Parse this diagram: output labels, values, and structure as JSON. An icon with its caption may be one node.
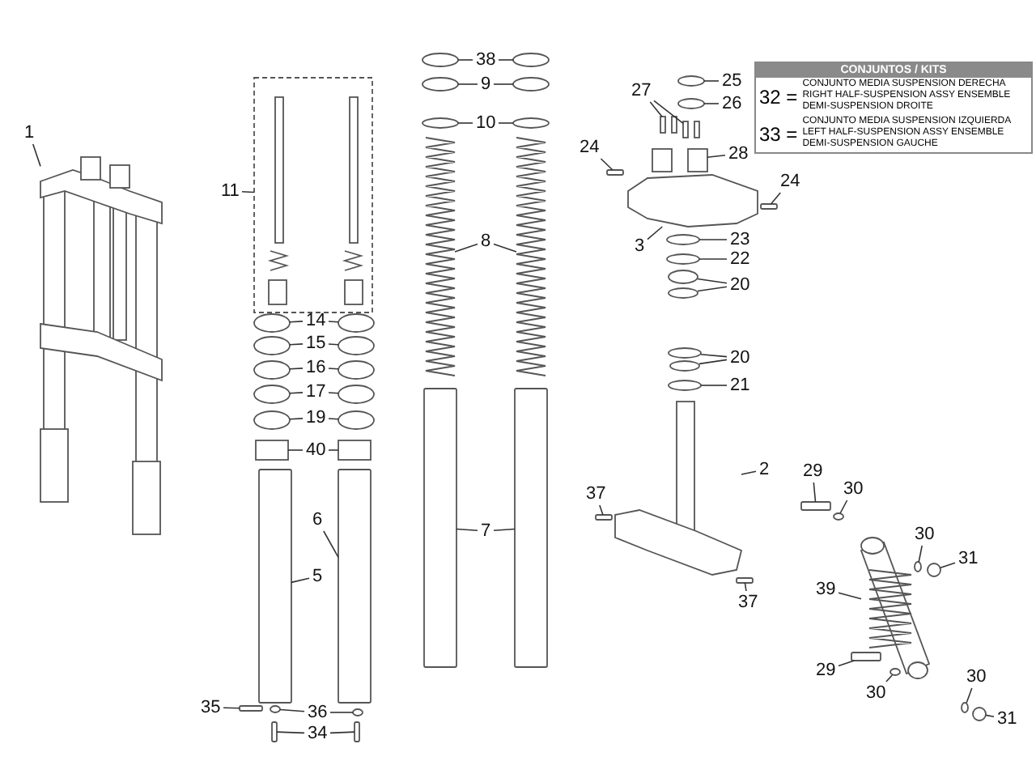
{
  "diagram": {
    "nodes": [
      {
        "text": [
          "1"
        ]
      },
      {
        "text": [
          "11"
        ]
      },
      {
        "text": [
          "14"
        ]
      },
      {
        "text": [
          "15"
        ]
      },
      {
        "text": [
          "16"
        ]
      },
      {
        "text": [
          "17"
        ]
      },
      {
        "text": [
          "19"
        ]
      },
      {
        "text": [
          "40"
        ]
      },
      {
        "text": [
          "6"
        ]
      },
      {
        "text": [
          "5"
        ]
      },
      {
        "text": [
          "35"
        ]
      },
      {
        "text": [
          "36"
        ]
      },
      {
        "text": [
          "34"
        ]
      },
      {
        "text": [
          "38"
        ]
      },
      {
        "text": [
          "9"
        ]
      },
      {
        "text": [
          "10"
        ]
      },
      {
        "text": [
          "8"
        ]
      },
      {
        "text": [
          "7"
        ]
      },
      {
        "text": [
          "25"
        ]
      },
      {
        "text": [
          "26"
        ]
      },
      {
        "text": [
          "27"
        ]
      },
      {
        "text": [
          "28"
        ]
      },
      {
        "text": [
          "24"
        ]
      },
      {
        "text": [
          "24"
        ]
      },
      {
        "text": [
          "3"
        ]
      },
      {
        "text": [
          "23"
        ]
      },
      {
        "text": [
          "22"
        ]
      },
      {
        "text": [
          "20"
        ]
      },
      {
        "text": [
          "20"
        ]
      },
      {
        "text": [
          "21"
        ]
      },
      {
        "text": [
          "2"
        ]
      },
      {
        "text": [
          "37"
        ]
      },
      {
        "text": [
          "37"
        ]
      },
      {
        "text": [
          "29"
        ]
      },
      {
        "text": [
          "30"
        ]
      },
      {
        "text": [
          "30"
        ]
      },
      {
        "text": [
          "31"
        ]
      },
      {
        "text": [
          "39"
        ]
      },
      {
        "text": [
          "29"
        ]
      },
      {
        "text": [
          "30"
        ]
      },
      {
        "text": [
          "30"
        ]
      },
      {
        "text": [
          "31"
        ]
      },
      {
        "text": [],
        "shape": "picture"
      },
      {
        "text": [],
        "shape": "picture"
      },
      {
        "text": [],
        "shape": "circle"
      },
      {
        "text": [],
        "shape": "circle"
      },
      {
        "text": [],
        "shape": "circle"
      },
      {
        "text": [],
        "shape": "circle"
      },
      {
        "text": [],
        "shape": "circle"
      },
      {
        "text": [],
        "shape": "circle"
      },
      {
        "text": [],
        "shape": "circle"
      },
      {
        "text": [],
        "shape": "circle"
      },
      {
        "text": [],
        "shape": "circle"
      },
      {
        "text": [],
        "shape": "circle"
      },
      {
        "text": [],
        "shape": "box"
      },
      {
        "text": [],
        "shape": "box"
      },
      {
        "text": [],
        "shape": "bar"
      },
      {
        "text": [],
        "shape": "bar"
      },
      {
        "text": [],
        "shape": "bar"
      },
      {
        "text": [],
        "shape": "circle"
      },
      {
        "text": [],
        "shape": "circle"
      },
      {
        "text": [],
        "shape": "bar"
      },
      {
        "text": [],
        "shape": "bar"
      },
      {
        "text": [],
        "shape": "circle"
      },
      {
        "text": [],
        "shape": "circle"
      },
      {
        "text": [],
        "shape": "circle"
      },
      {
        "text": [],
        "shape": "circle"
      },
      {
        "text": [],
        "shape": "circle"
      },
      {
        "text": [],
        "shape": "circle"
      },
      {
        "text": [],
        "shape": "picture"
      },
      {
        "text": [],
        "shape": "picture"
      },
      {
        "text": [],
        "shape": "bar"
      },
      {
        "text": [],
        "shape": "bar"
      },
      {
        "text": [],
        "shape": "circle"
      },
      {
        "text": [],
        "shape": "circle"
      },
      {
        "text": [],
        "shape": "picture"
      },
      {
        "text": [],
        "shape": "picture"
      },
      {
        "text": [],
        "shape": "picture"
      },
      {
        "text": [],
        "shape": "bar"
      },
      {
        "text": [],
        "shape": "bar"
      },
      {
        "text": [],
        "shape": "picture"
      },
      {
        "text": [],
        "shape": "circle"
      },
      {
        "text": [],
        "shape": "circle"
      },
      {
        "text": [],
        "shape": "circle"
      },
      {
        "text": [],
        "shape": "circle"
      },
      {
        "text": [],
        "shape": "circle"
      },
      {
        "text": [],
        "shape": "circle"
      },
      {
        "text": [],
        "shape": "circle"
      },
      {
        "text": [],
        "shape": "picture"
      },
      {
        "text": [],
        "shape": "bar"
      },
      {
        "text": [],
        "shape": "bar"
      },
      {
        "text": [],
        "shape": "bar"
      },
      {
        "text": [],
        "shape": "circle"
      },
      {
        "text": [],
        "shape": "circle"
      },
      {
        "text": [],
        "shape": "circle"
      },
      {
        "text": [],
        "shape": "picture"
      },
      {
        "text": [],
        "shape": "bar"
      },
      {
        "text": [],
        "shape": "circle"
      },
      {
        "text": [],
        "shape": "circle"
      },
      {
        "text": [],
        "shape": "circle"
      }
    ],
    "edges": [
      {
        "from": 0,
        "to": 42,
        "arrow": "none"
      },
      {
        "from": 1,
        "to": 43,
        "arrow": "none"
      },
      {
        "from": 2,
        "to": 44,
        "arrow": "none"
      },
      {
        "from": 2,
        "to": 45,
        "arrow": "none"
      },
      {
        "from": 3,
        "to": 46,
        "arrow": "none"
      },
      {
        "from": 3,
        "to": 47,
        "arrow": "none"
      },
      {
        "from": 4,
        "to": 48,
        "arrow": "none"
      },
      {
        "from": 4,
        "to": 49,
        "arrow": "none"
      },
      {
        "from": 5,
        "to": 50,
        "arrow": "none"
      },
      {
        "from": 5,
        "to": 51,
        "arrow": "none"
      },
      {
        "from": 6,
        "to": 52,
        "arrow": "none"
      },
      {
        "from": 6,
        "to": 53,
        "arrow": "none"
      },
      {
        "from": 7,
        "to": 54,
        "arrow": "none"
      },
      {
        "from": 7,
        "to": 55,
        "arrow": "none"
      },
      {
        "from": 8,
        "to": 56,
        "arrow": "none"
      },
      {
        "from": 9,
        "to": 57,
        "arrow": "none"
      },
      {
        "from": 10,
        "to": 58,
        "arrow": "none"
      },
      {
        "from": 11,
        "to": 59,
        "arrow": "none"
      },
      {
        "from": 11,
        "to": 60,
        "arrow": "none"
      },
      {
        "from": 12,
        "to": 61,
        "arrow": "none"
      },
      {
        "from": 12,
        "to": 62,
        "arrow": "none"
      },
      {
        "from": 13,
        "to": 63,
        "arrow": "none"
      },
      {
        "from": 13,
        "to": 64,
        "arrow": "none"
      },
      {
        "from": 14,
        "to": 65,
        "arrow": "none"
      },
      {
        "from": 14,
        "to": 66,
        "arrow": "none"
      },
      {
        "from": 15,
        "to": 67,
        "arrow": "none"
      },
      {
        "from": 15,
        "to": 68,
        "arrow": "none"
      },
      {
        "from": 16,
        "to": 69,
        "arrow": "none"
      },
      {
        "from": 16,
        "to": 70,
        "arrow": "none"
      },
      {
        "from": 17,
        "to": 71,
        "arrow": "none"
      },
      {
        "from": 17,
        "to": 72,
        "arrow": "none"
      },
      {
        "from": 18,
        "to": 73,
        "arrow": "none"
      },
      {
        "from": 19,
        "to": 74,
        "arrow": "none"
      },
      {
        "from": 20,
        "to": 75,
        "arrow": "none"
      },
      {
        "from": 20,
        "to": 76,
        "arrow": "none"
      },
      {
        "from": 21,
        "to": 77,
        "arrow": "none"
      },
      {
        "from": 22,
        "to": 78,
        "arrow": "none"
      },
      {
        "from": 23,
        "to": 79,
        "arrow": "none"
      },
      {
        "from": 24,
        "to": 80,
        "arrow": "none"
      },
      {
        "from": 25,
        "to": 81,
        "arrow": "none"
      },
      {
        "from": 26,
        "to": 82,
        "arrow": "none"
      },
      {
        "from": 27,
        "to": 83,
        "arrow": "none"
      },
      {
        "from": 27,
        "to": 84,
        "arrow": "none"
      },
      {
        "from": 28,
        "to": 85,
        "arrow": "none"
      },
      {
        "from": 28,
        "to": 86,
        "arrow": "none"
      },
      {
        "from": 29,
        "to": 87,
        "arrow": "none"
      },
      {
        "from": 30,
        "to": 88,
        "arrow": "none"
      },
      {
        "from": 31,
        "to": 89,
        "arrow": "none"
      },
      {
        "from": 32,
        "to": 90,
        "arrow": "none"
      },
      {
        "from": 33,
        "to": 91,
        "arrow": "none"
      },
      {
        "from": 34,
        "to": 92,
        "arrow": "none"
      },
      {
        "from": 35,
        "to": 93,
        "arrow": "none"
      },
      {
        "from": 36,
        "to": 94,
        "arrow": "none"
      },
      {
        "from": 37,
        "to": 95,
        "arrow": "none"
      },
      {
        "from": 38,
        "to": 96,
        "arrow": "none"
      },
      {
        "from": 39,
        "to": 97,
        "arrow": "none"
      },
      {
        "from": 40,
        "to": 98,
        "arrow": "none"
      },
      {
        "from": 41,
        "to": 99,
        "arrow": "none"
      }
    ],
    "labels": [
      "CONJUNTOS / KITS",
      "32 =",
      "CONJUNTO MEDIA SUSPENSION DERECHA RIGHT HALF-SUSPENSION ASSY ENSEMBLE DEMI-SUSPENSION DROITE",
      "33 =",
      "CONJUNTO MEDIA SUSPENSION IZQUIERDA LEFT HALF-SUSPENSION ASSY ENSEMBLE DEMI-SUSPENSION GAUCHE"
    ]
  }
}
